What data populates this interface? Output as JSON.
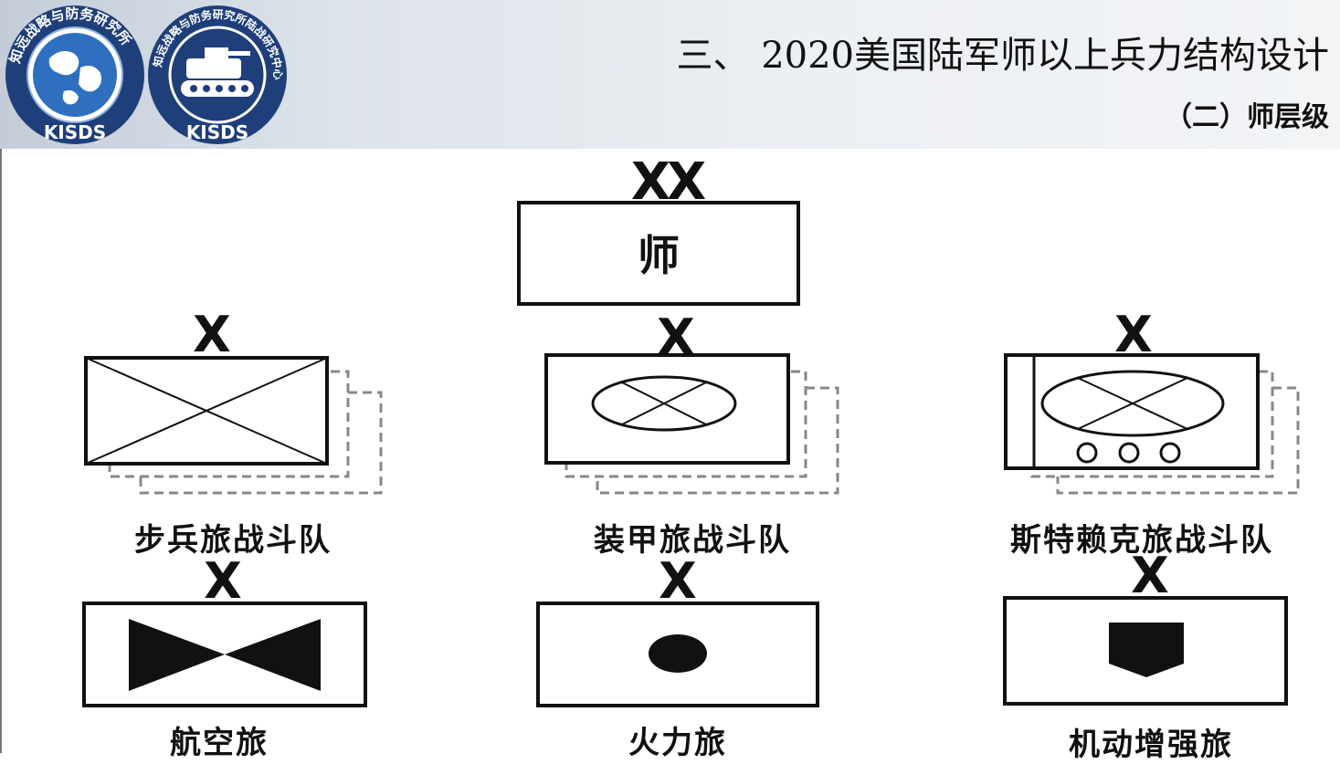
{
  "header": {
    "title": "三、 2020美国陆军师以上兵力结构设计",
    "subtitle": "（二）师层级",
    "logos": [
      {
        "name": "globe-logo",
        "ring_text": "知远战略与防务研究所",
        "abbr": "KISDS"
      },
      {
        "name": "tank-logo",
        "ring_text": "知远战略与防务研究所陆战研究中心",
        "abbr": "KISDS"
      }
    ]
  },
  "root": {
    "echelon": "XX",
    "label": "师"
  },
  "units": [
    {
      "id": "infantry",
      "echelon": "X",
      "label": "步兵旅战斗队",
      "symbol": "infantry"
    },
    {
      "id": "armor",
      "echelon": "X",
      "label": "装甲旅战斗队",
      "symbol": "armor"
    },
    {
      "id": "stryker",
      "echelon": "X",
      "label": "斯特赖克旅战斗队",
      "symbol": "stryker"
    },
    {
      "id": "aviation",
      "echelon": "X",
      "label": "航空旅",
      "symbol": "aviation"
    },
    {
      "id": "fires",
      "echelon": "X",
      "label": "火力旅",
      "symbol": "fires"
    },
    {
      "id": "maneuver-enhancement",
      "echelon": "X",
      "label": "机动增强旅",
      "symbol": "maneuver-enhancement"
    }
  ],
  "colors": {
    "stroke": "#111111",
    "dashed": "#888888",
    "logo_blue": "#1f3f7a",
    "header_bg": "#dde3ea"
  }
}
